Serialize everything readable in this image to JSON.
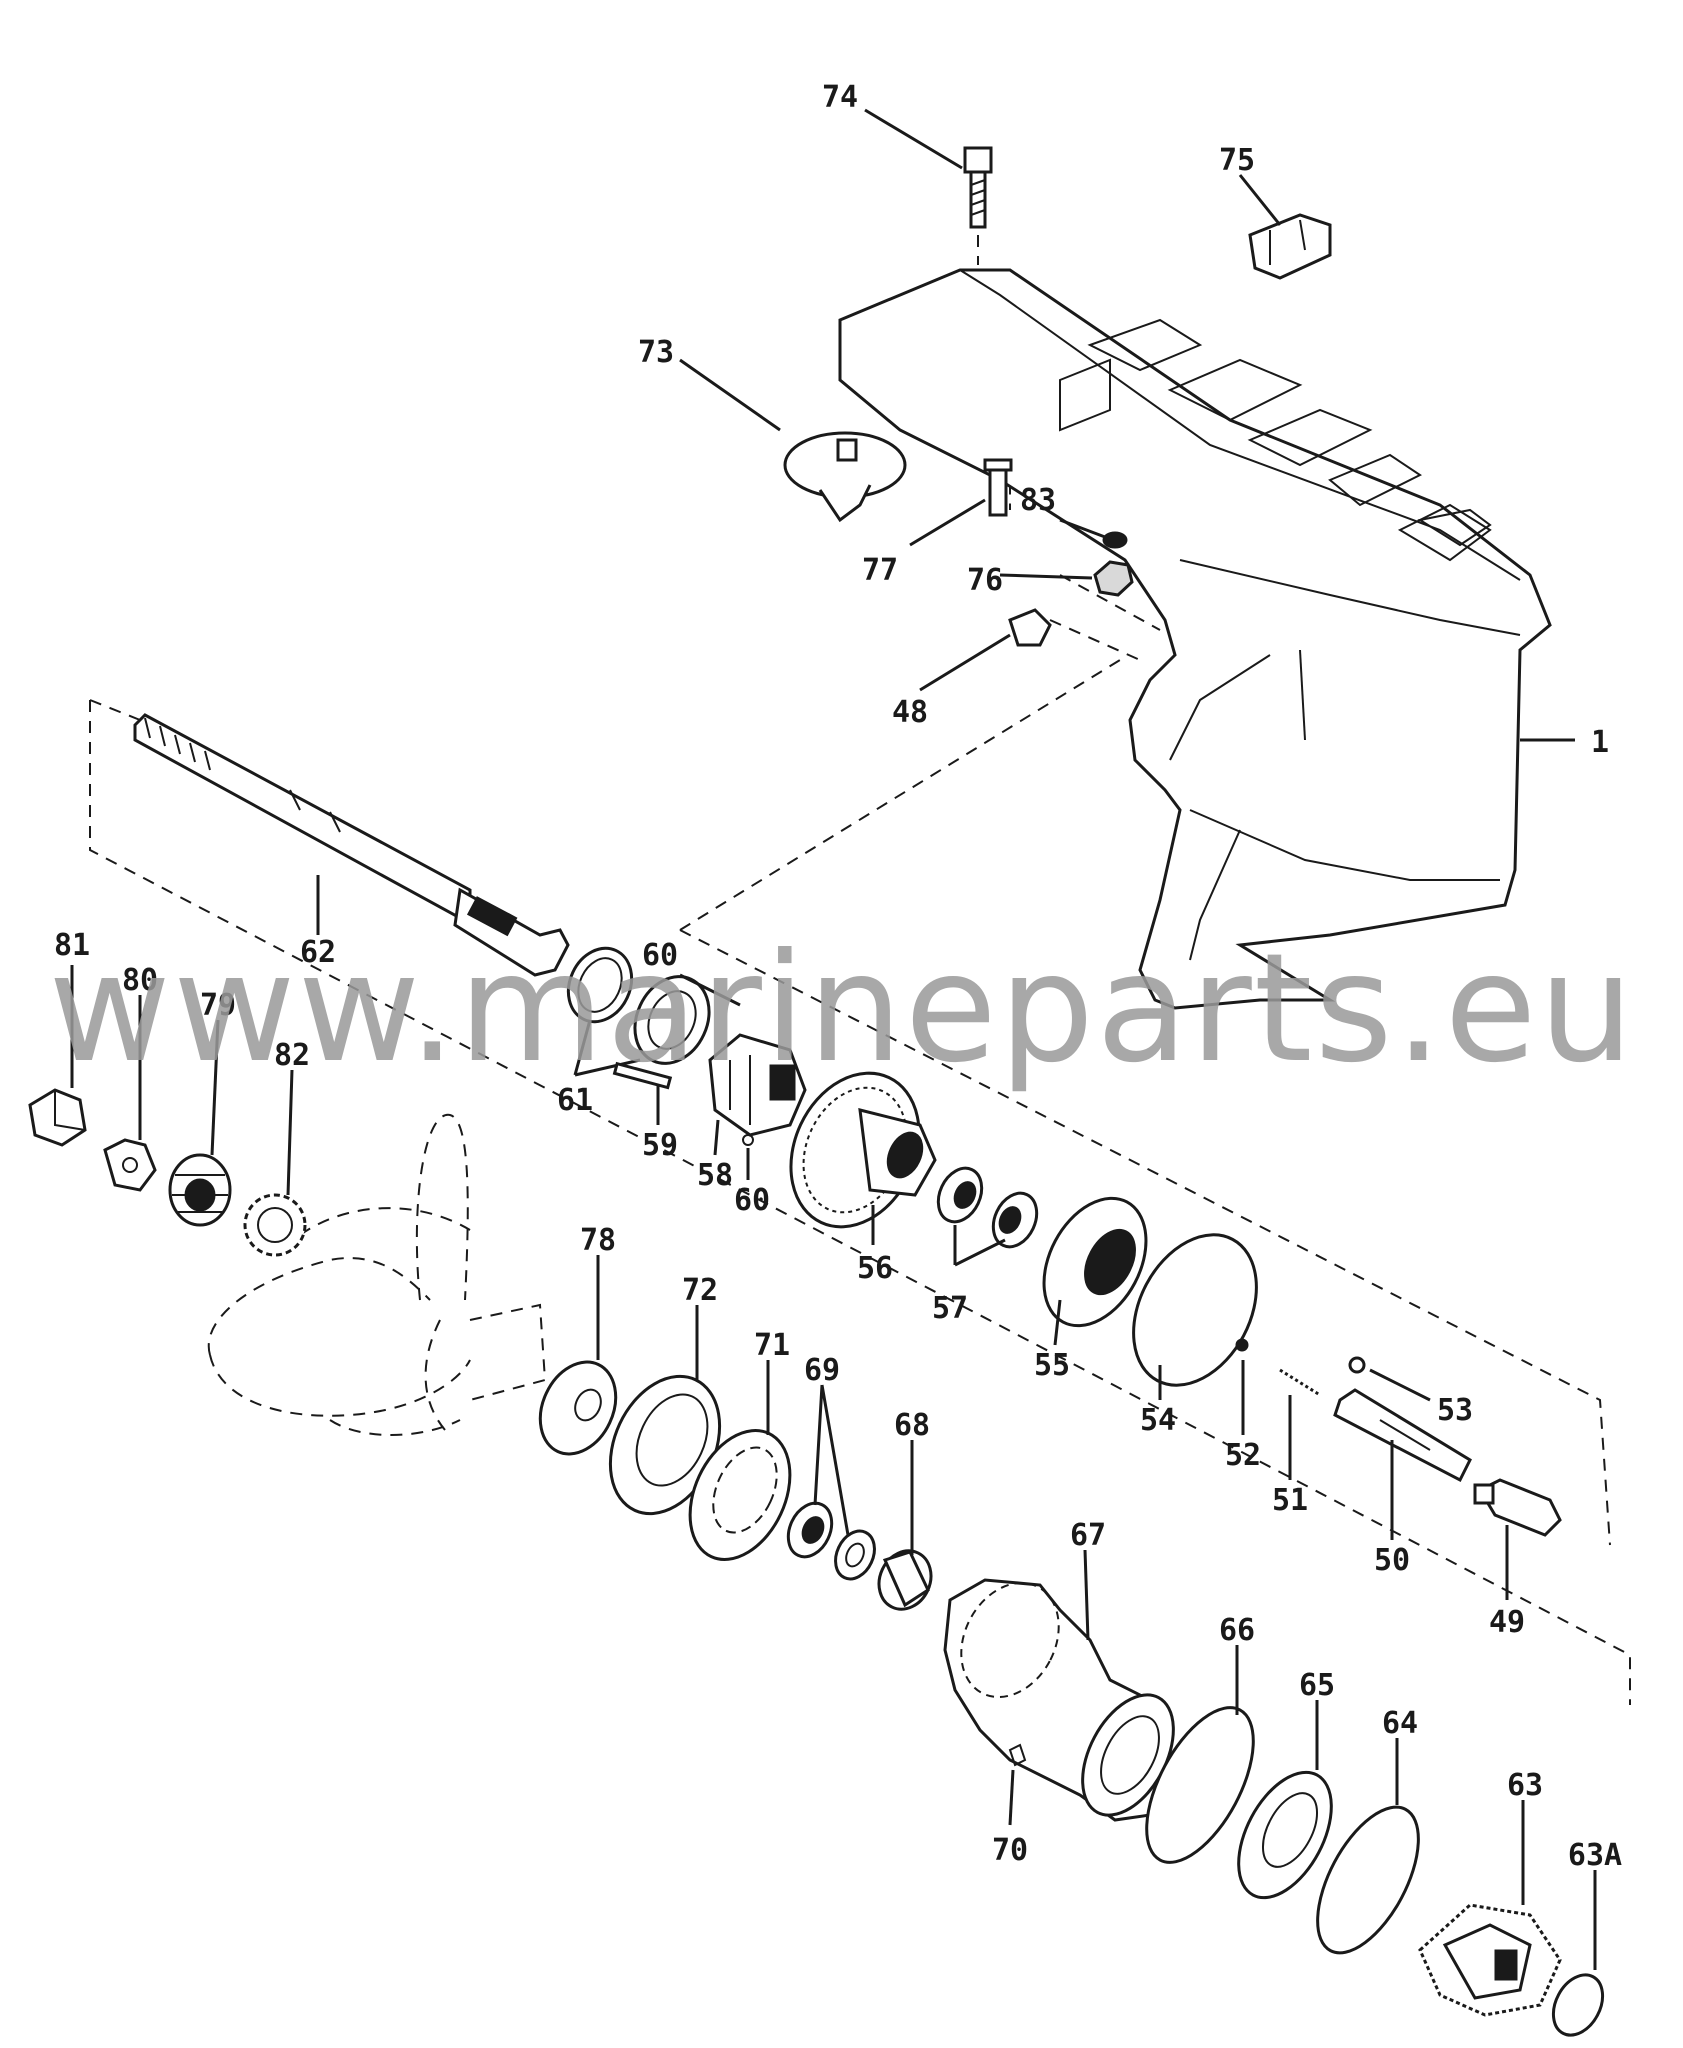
{
  "watermark": "www.marineparts.eu",
  "labels": {
    "p1": "1",
    "p48": "48",
    "p49": "49",
    "p50": "50",
    "p51": "51",
    "p52": "52",
    "p53": "53",
    "p54": "54",
    "p55": "55",
    "p56": "56",
    "p57": "57",
    "p58": "58",
    "p59": "59",
    "p60a": "60",
    "p60b": "60",
    "p61": "61",
    "p62": "62",
    "p63": "63",
    "p63a": "63A",
    "p64": "64",
    "p65": "65",
    "p66": "66",
    "p67": "67",
    "p68": "68",
    "p69": "69",
    "p70": "70",
    "p71": "71",
    "p72": "72",
    "p73": "73",
    "p74": "74",
    "p75": "75",
    "p76": "76",
    "p77": "77",
    "p78": "78",
    "p79": "79",
    "p80": "80",
    "p81": "81",
    "p82": "82",
    "p83": "83"
  },
  "colors": {
    "ink": "#1a1a1a",
    "watermark": "#9a9a9a",
    "background": "#ffffff"
  }
}
